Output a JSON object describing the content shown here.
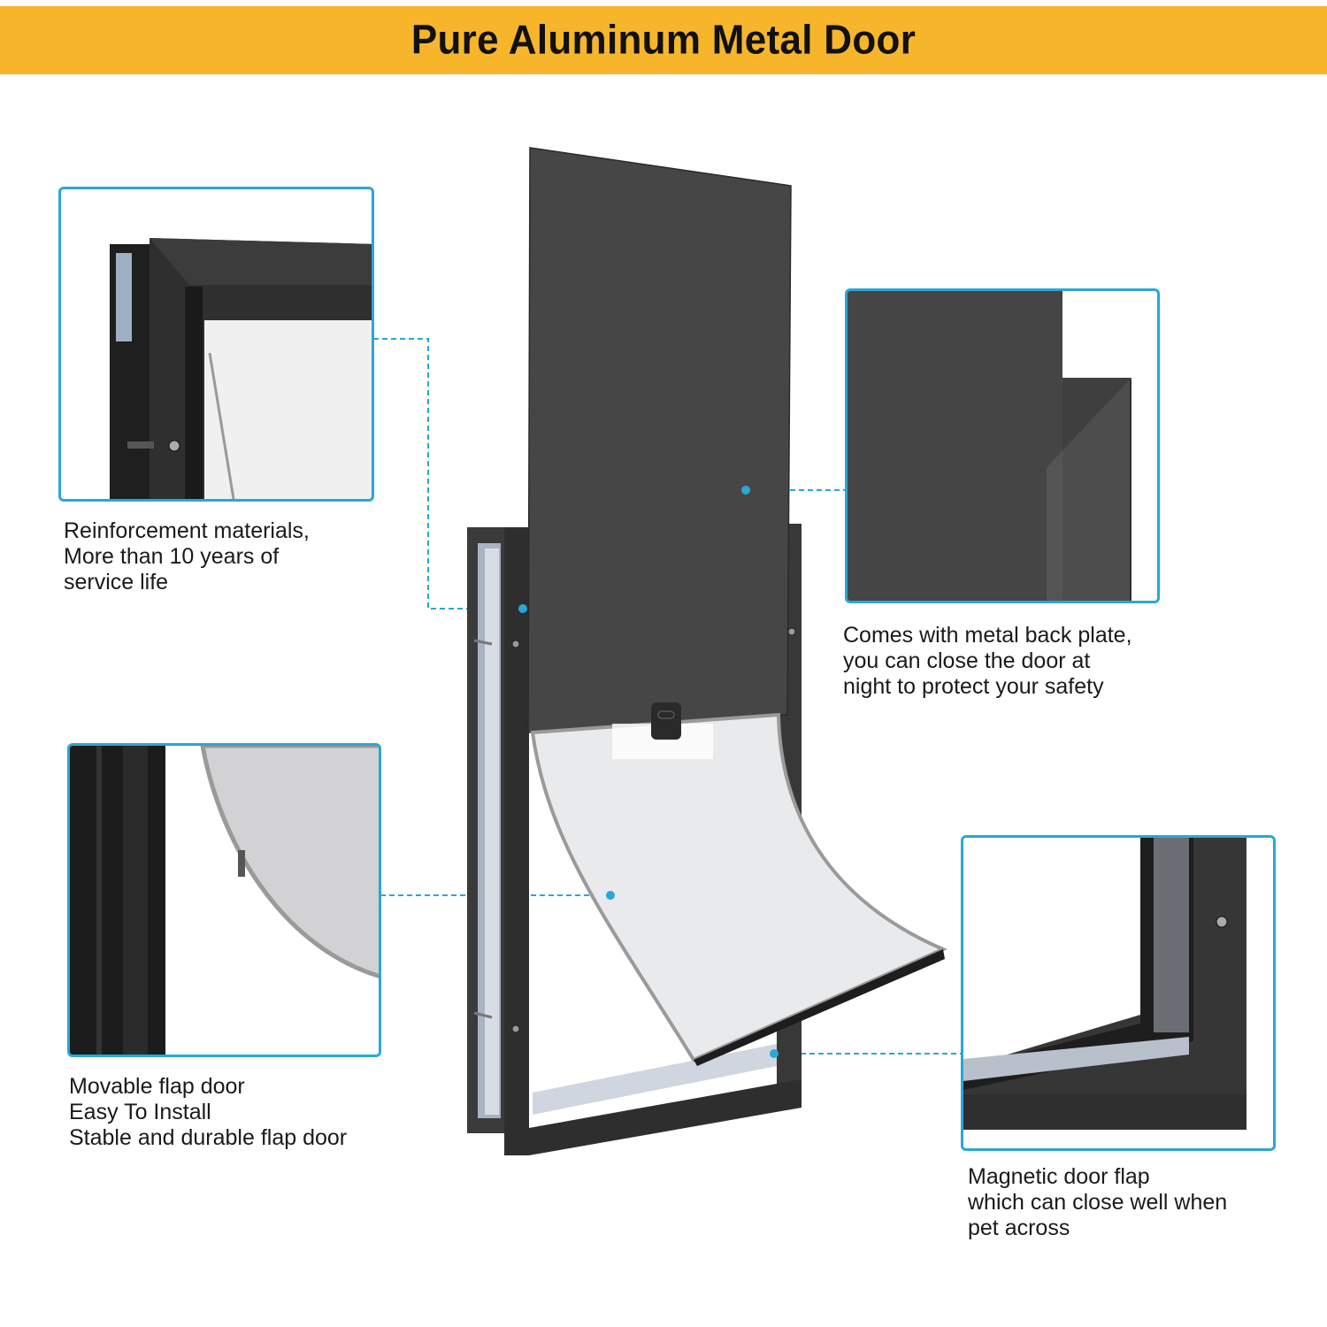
{
  "header": {
    "title": "Pure Aluminum Metal Door",
    "background_color": "#f6b52b"
  },
  "accent": {
    "callout_color": "#2aa7d4",
    "frame_color": "#444444"
  },
  "callouts": [
    {
      "id": "reinforcement",
      "lines": [
        "Reinforcement materials,",
        "More than 10 years of",
        "service life"
      ]
    },
    {
      "id": "back-plate",
      "lines": [
        "Comes with metal back plate,",
        "you can close the door at",
        "night to protect your safety"
      ]
    },
    {
      "id": "flap",
      "lines": [
        "Movable flap door",
        "Easy To Install",
        "Stable and durable flap door"
      ]
    },
    {
      "id": "magnetic",
      "lines": [
        "Magnetic door flap",
        "which can close well when",
        "pet across"
      ]
    }
  ]
}
